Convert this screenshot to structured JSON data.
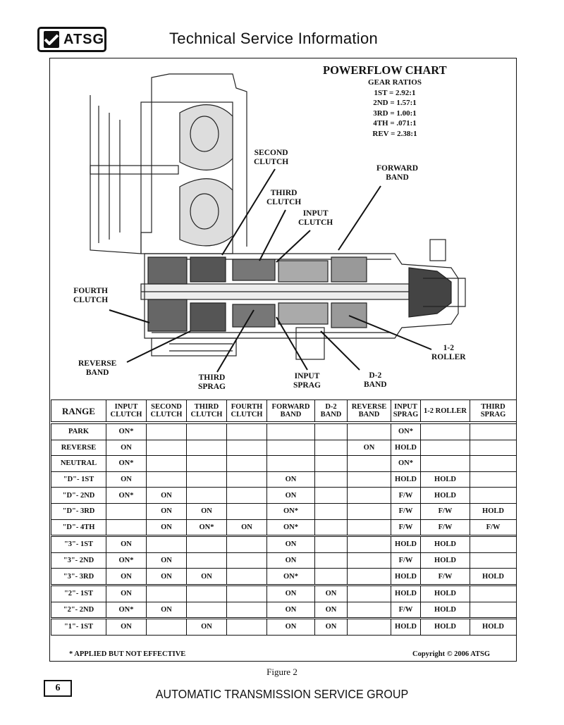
{
  "header": {
    "logo_text": "ATSG",
    "title": "Technical Service Information"
  },
  "chart": {
    "title": "POWERFLOW CHART",
    "ratios_heading": "GEAR RATIOS",
    "ratios": [
      "1ST = 2.92:1",
      "2ND = 1.57:1",
      "3RD = 1.00:1",
      "4TH = .071:1",
      "REV = 2.38:1"
    ],
    "callouts": {
      "second_clutch": "SECOND\nCLUTCH",
      "forward_band": "FORWARD\nBAND",
      "third_clutch": "THIRD\nCLUTCH",
      "input_clutch": "INPUT\nCLUTCH",
      "fourth_clutch": "FOURTH\nCLUTCH",
      "roller_12": "1-2\nROLLER",
      "reverse_band": "REVERSE\nBAND",
      "third_sprag": "THIRD\nSPRAG",
      "input_sprag": "INPUT\nSPRAG",
      "d2_band": "D-2\nBAND"
    }
  },
  "table": {
    "headers": [
      "RANGE",
      "INPUT CLUTCH",
      "SECOND CLUTCH",
      "THIRD CLUTCH",
      "FOURTH CLUTCH",
      "FORWARD BAND",
      "D-2 BAND",
      "REVERSE BAND",
      "INPUT SPRAG",
      "1-2 ROLLER",
      "THIRD SPRAG"
    ],
    "rows": [
      [
        "PARK",
        "ON*",
        "",
        "",
        "",
        "",
        "",
        "",
        "ON*",
        "",
        ""
      ],
      [
        "REVERSE",
        "ON",
        "",
        "",
        "",
        "",
        "",
        "ON",
        "HOLD",
        "",
        ""
      ],
      [
        "NEUTRAL",
        "ON*",
        "",
        "",
        "",
        "",
        "",
        "",
        "ON*",
        "",
        ""
      ],
      [
        "\"D\"- 1ST",
        "ON",
        "",
        "",
        "",
        "ON",
        "",
        "",
        "HOLD",
        "HOLD",
        ""
      ],
      [
        "\"D\"- 2ND",
        "ON*",
        "ON",
        "",
        "",
        "ON",
        "",
        "",
        "F/W",
        "HOLD",
        ""
      ],
      [
        "\"D\"- 3RD",
        "",
        "ON",
        "ON",
        "",
        "ON*",
        "",
        "",
        "F/W",
        "F/W",
        "HOLD"
      ],
      [
        "\"D\"- 4TH",
        "",
        "ON",
        "ON*",
        "ON",
        "ON*",
        "",
        "",
        "F/W",
        "F/W",
        "F/W"
      ],
      [
        "\"3\"- 1ST",
        "ON",
        "",
        "",
        "",
        "ON",
        "",
        "",
        "HOLD",
        "HOLD",
        ""
      ],
      [
        "\"3\"- 2ND",
        "ON*",
        "ON",
        "",
        "",
        "ON",
        "",
        "",
        "F/W",
        "HOLD",
        ""
      ],
      [
        "\"3\"- 3RD",
        "ON",
        "ON",
        "ON",
        "",
        "ON*",
        "",
        "",
        "HOLD",
        "F/W",
        "HOLD"
      ],
      [
        "\"2\"- 1ST",
        "ON",
        "",
        "",
        "",
        "ON",
        "ON",
        "",
        "HOLD",
        "HOLD",
        ""
      ],
      [
        "\"2\"- 2ND",
        "ON*",
        "ON",
        "",
        "",
        "ON",
        "ON",
        "",
        "F/W",
        "HOLD",
        ""
      ],
      [
        "\"1\"- 1ST",
        "ON",
        "",
        "ON",
        "",
        "ON",
        "ON",
        "",
        "HOLD",
        "HOLD",
        "HOLD"
      ]
    ]
  },
  "footnote": "* APPLIED BUT NOT EFFECTIVE",
  "copyright": "Copyright © 2006 ATSG",
  "figure_caption": "Figure 2",
  "page_number": "6",
  "footer": "AUTOMATIC TRANSMISSION SERVICE GROUP"
}
